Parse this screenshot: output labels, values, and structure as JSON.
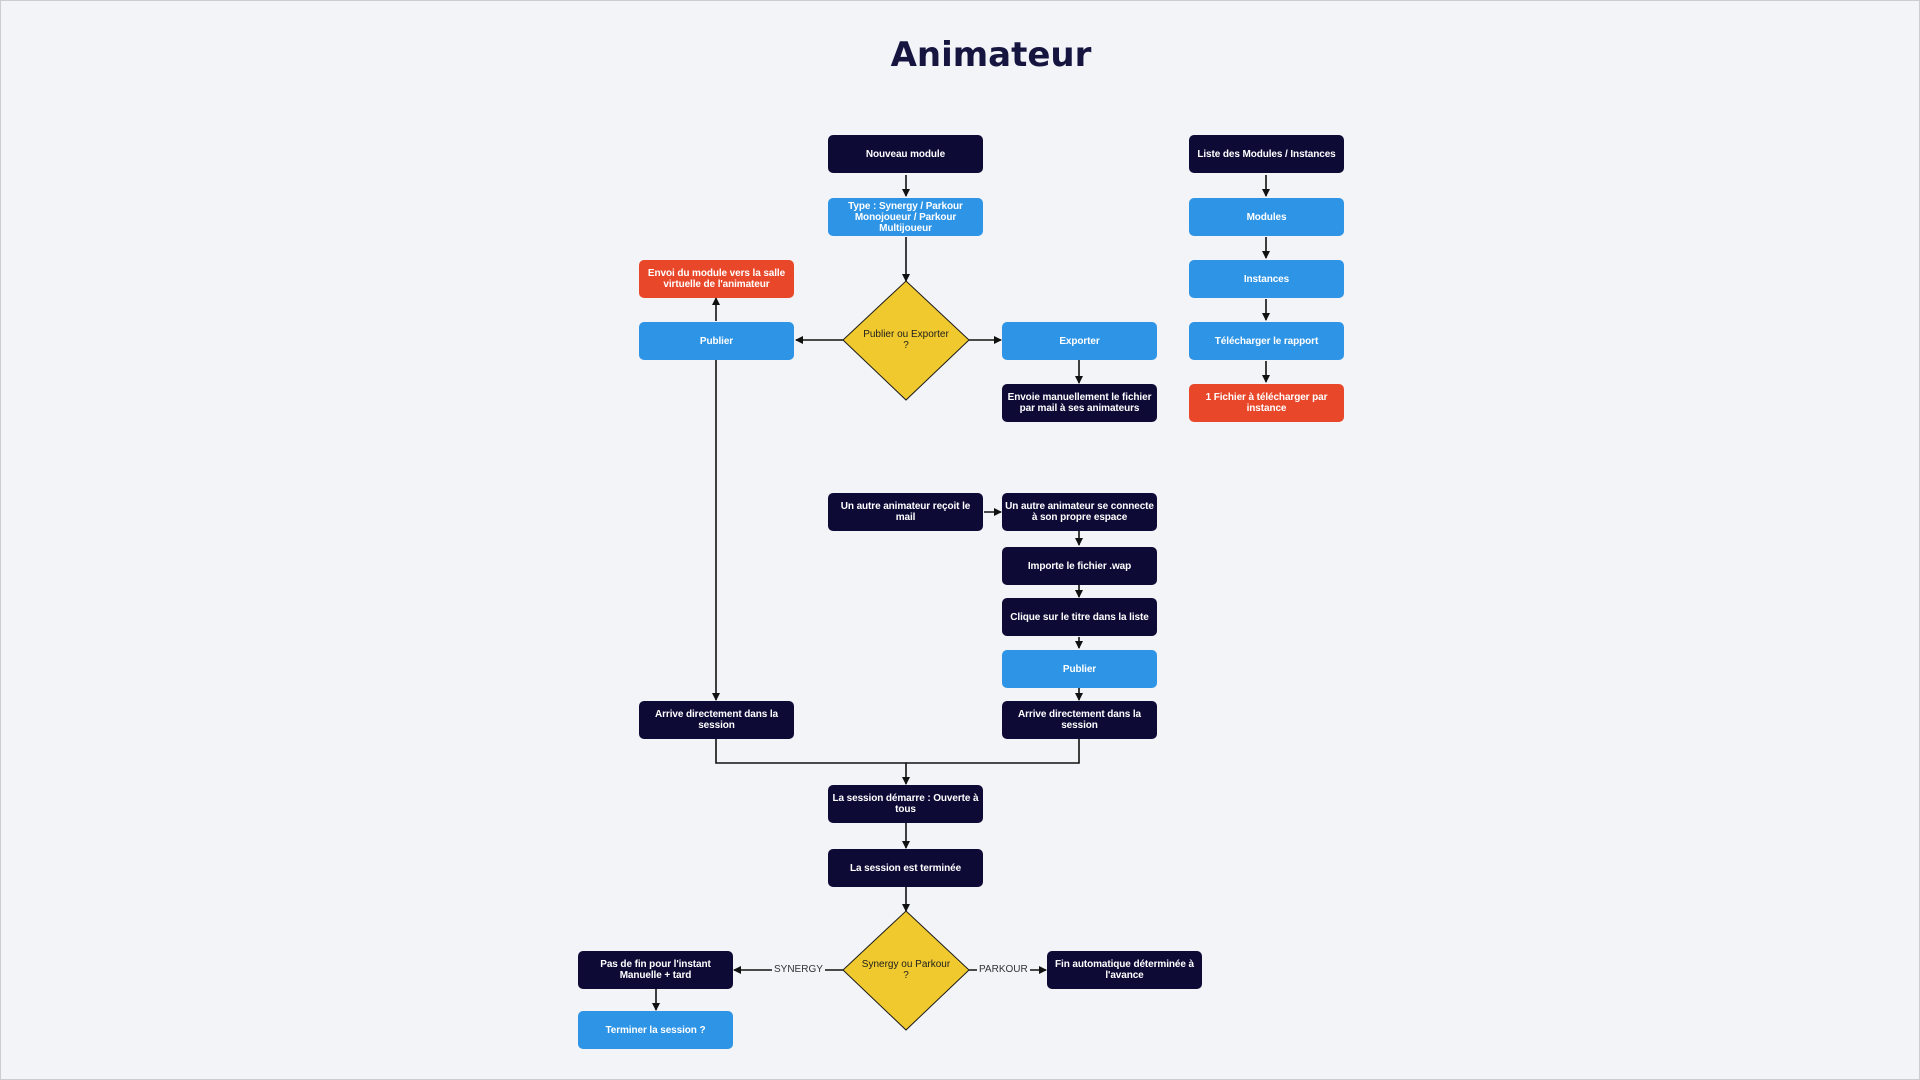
{
  "title": "Animateur",
  "nodes": {
    "nouveau_module": "Nouveau module",
    "type": "Type : Synergy / Parkour Monojoueur /  Parkour Multijoueur",
    "publier_ou_exporter": "Publier ou Exporter ?",
    "publier_left": "Publier",
    "envoi_module": "Envoi du module vers la salle virtuelle de l'animateur",
    "exporter": "Exporter",
    "envoie_manuellement": "Envoie manuellement le fichier par mail à ses animateurs",
    "liste_modules": "Liste des Modules / Instances",
    "modules": "Modules",
    "instances": "Instances",
    "telecharger_rapport": "Télécharger le rapport",
    "un_fichier": "1 Fichier à télécharger par instance",
    "autre_recoit_mail": "Un autre animateur reçoit le mail",
    "autre_se_connecte": "Un autre animateur se connecte à son propre espace",
    "importe_fichier": "Importe le fichier .wap",
    "clique_titre": "Clique sur le titre dans la liste",
    "publier_right": "Publier",
    "arrive_left": "Arrive directement dans la session",
    "arrive_right": "Arrive directement dans la session",
    "session_demarre": "La session démarre : Ouverte à tous",
    "session_terminee": "La session est terminée",
    "synergy_ou_parkour": "Synergy ou Parkour ?",
    "pas_de_fin": "Pas de fin pour l'instant Manuelle + tard",
    "terminer_session": "Terminer la session ?",
    "fin_automatique": "Fin automatique déterminée à l'avance"
  },
  "edge_labels": {
    "synergy": "SYNERGY",
    "parkour": "PARKOUR"
  },
  "colors": {
    "dark": "#0d0a36",
    "blue": "#2e94e6",
    "red": "#e8472a",
    "decision": "#f0c92e",
    "background": "#f2f4f8",
    "title": "#151540"
  }
}
